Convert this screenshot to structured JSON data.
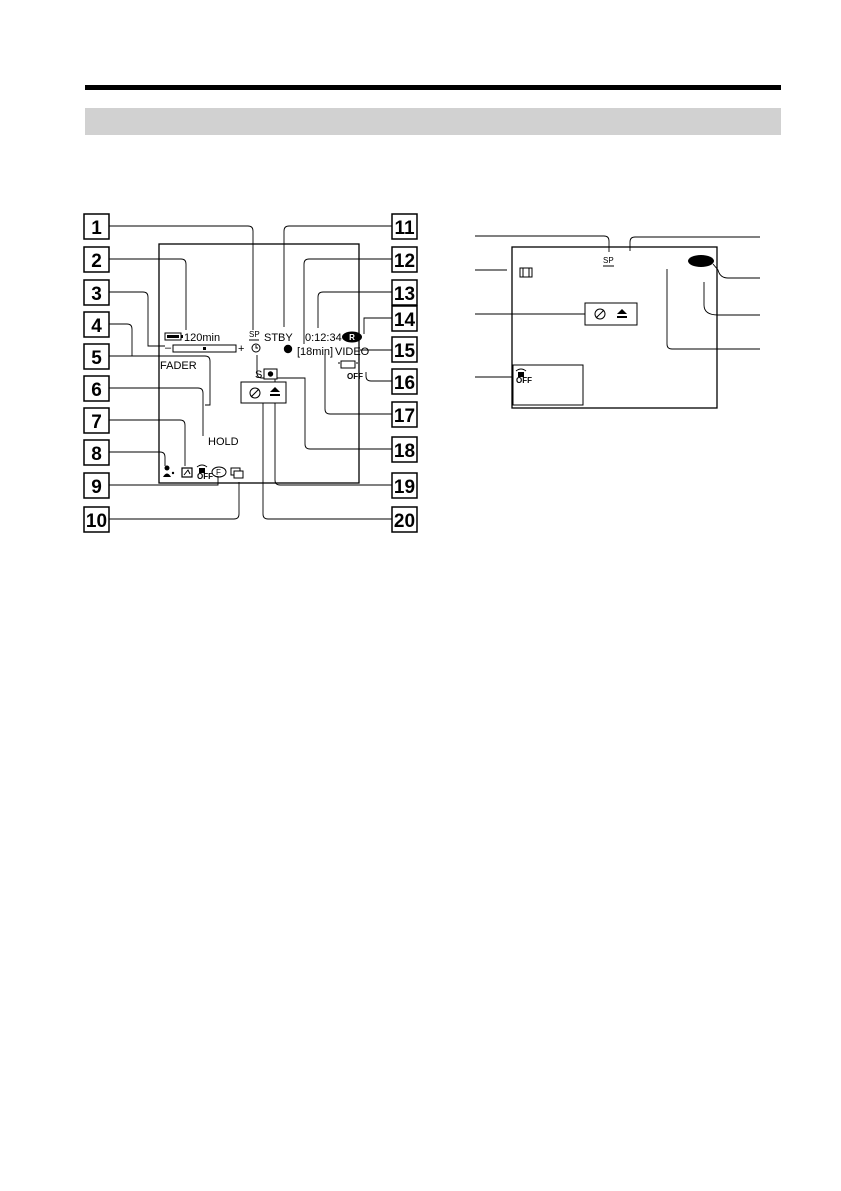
{
  "callouts": {
    "n1": "1",
    "n2": "2",
    "n3": "3",
    "n4": "4",
    "n5": "5",
    "n6": "6",
    "n7": "7",
    "n8": "8",
    "n9": "9",
    "n10": "10",
    "n11": "11",
    "n12": "12",
    "n13": "13",
    "n14": "14",
    "n15": "15",
    "n16": "16",
    "n17": "17",
    "n18": "18",
    "n19": "19",
    "n20": "20"
  },
  "screen_left": {
    "battery_time": "120min",
    "standby": "STBY",
    "counter": "0:12:34",
    "remaining": "[18min]",
    "video": "VIDEO",
    "fader": "FADER",
    "hold": "HOLD",
    "s_label": "S",
    "zoom_minus": "–",
    "zoom_plus": "+",
    "steady_off": "OFF",
    "lcd_off": "OFF",
    "tape_badge": "R"
  },
  "screen_right": {
    "sp": "SP",
    "steady_off": "OFF"
  }
}
